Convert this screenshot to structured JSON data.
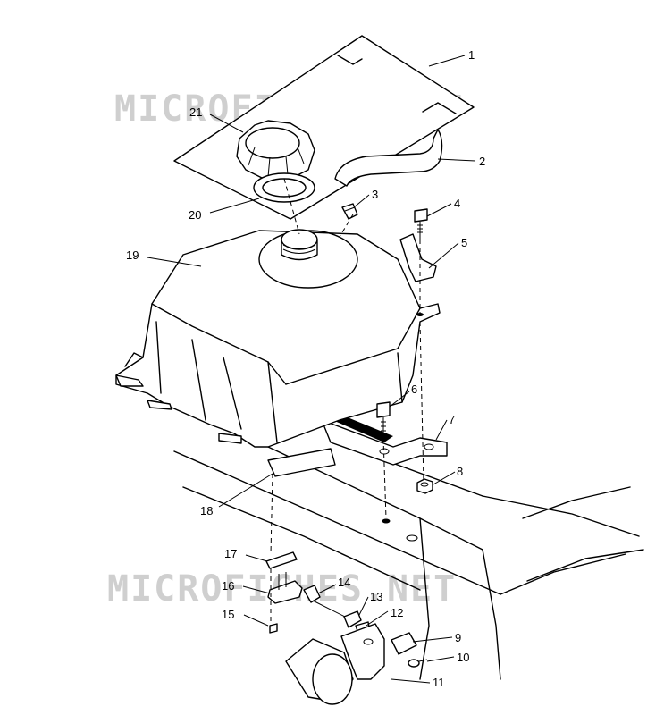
{
  "watermark": {
    "text": "MICROFICHES.NET"
  },
  "callouts": [
    {
      "id": "1",
      "label": "1"
    },
    {
      "id": "2",
      "label": "2"
    },
    {
      "id": "3",
      "label": "3"
    },
    {
      "id": "4",
      "label": "4"
    },
    {
      "id": "5",
      "label": "5"
    },
    {
      "id": "6",
      "label": "6"
    },
    {
      "id": "7",
      "label": "7"
    },
    {
      "id": "8",
      "label": "8"
    },
    {
      "id": "9",
      "label": "9"
    },
    {
      "id": "10",
      "label": "10"
    },
    {
      "id": "11",
      "label": "11"
    },
    {
      "id": "12",
      "label": "12"
    },
    {
      "id": "13",
      "label": "13"
    },
    {
      "id": "14",
      "label": "14"
    },
    {
      "id": "15",
      "label": "15"
    },
    {
      "id": "16",
      "label": "16"
    },
    {
      "id": "17",
      "label": "17"
    },
    {
      "id": "18",
      "label": "18"
    },
    {
      "id": "19",
      "label": "19"
    },
    {
      "id": "20",
      "label": "20"
    },
    {
      "id": "21",
      "label": "21"
    }
  ],
  "colors": {
    "line": "#000000",
    "background": "#ffffff",
    "watermark": "#cfcfcf"
  }
}
